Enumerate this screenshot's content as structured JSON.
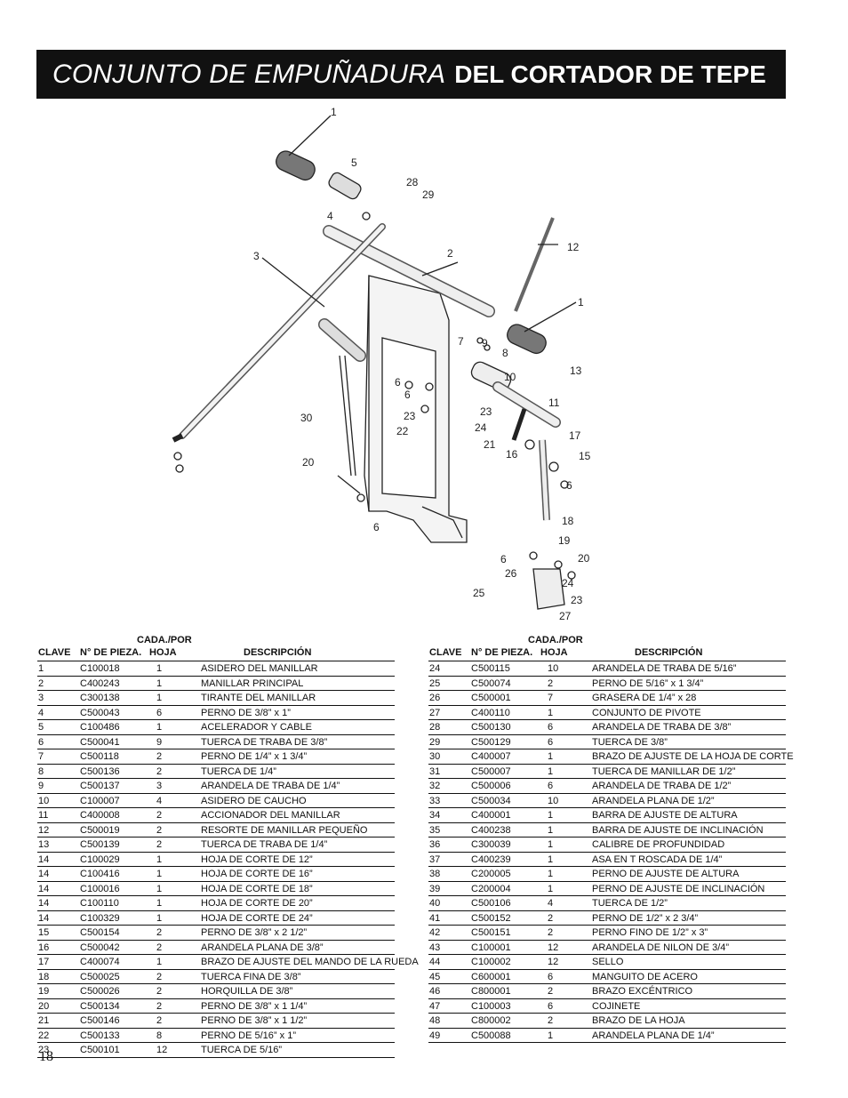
{
  "title": {
    "italic": "CONJUNTO DE EMPUÑADURA",
    "bold": "DEL CORTADOR DE TEPE"
  },
  "page_number": "18",
  "diagram_labels": [
    "1",
    "5",
    "28",
    "29",
    "4",
    "2",
    "3",
    "12",
    "1",
    "7",
    "9",
    "8",
    "13",
    "10",
    "6",
    "6",
    "23",
    "23",
    "24",
    "22",
    "11",
    "30",
    "21",
    "16",
    "17",
    "15",
    "20",
    "6",
    "6",
    "18",
    "19",
    "6",
    "26",
    "20",
    "24",
    "25",
    "23",
    "27"
  ],
  "table_headers": {
    "cada": "CADA./POR",
    "clave": "CLAVE",
    "pieza": "N° DE PIEZA.",
    "hoja": "HOJA",
    "desc": "DESCRIPCIÓN"
  },
  "left_rows": [
    [
      "1",
      "C100018",
      "1",
      "ASIDERO DEL MANILLAR"
    ],
    [
      "2",
      "C400243",
      "1",
      "MANILLAR PRINCIPAL"
    ],
    [
      "3",
      "C300138",
      "1",
      "TIRANTE DEL MANILLAR"
    ],
    [
      "4",
      "C500043",
      "6",
      "PERNO DE 3/8” x 1”"
    ],
    [
      "5",
      "C100486",
      "1",
      "ACELERADOR Y CABLE"
    ],
    [
      "6",
      "C500041",
      "9",
      "TUERCA DE TRABA DE 3/8”"
    ],
    [
      "7",
      "C500118",
      "2",
      "PERNO DE 1/4” x 1 3/4”"
    ],
    [
      "8",
      "C500136",
      "2",
      "TUERCA DE 1/4”"
    ],
    [
      "9",
      "C500137",
      "3",
      "ARANDELA DE TRABA DE 1/4”"
    ],
    [
      "10",
      "C100007",
      "4",
      "ASIDERO DE CAUCHO"
    ],
    [
      "11",
      "C400008",
      "2",
      "ACCIONADOR DEL MANILLAR"
    ],
    [
      "12",
      "C500019",
      "2",
      "RESORTE DE MANILLAR PEQUEÑO"
    ],
    [
      "13",
      "C500139",
      "2",
      "TUERCA DE TRABA DE 1/4”"
    ],
    [
      "14",
      "C100029",
      "1",
      "HOJA DE CORTE DE 12”"
    ],
    [
      "14",
      "C100416",
      "1",
      "HOJA DE CORTE DE 16”"
    ],
    [
      "14",
      "C100016",
      "1",
      "HOJA DE CORTE DE 18”"
    ],
    [
      "14",
      "C100110",
      "1",
      "HOJA DE CORTE DE 20”"
    ],
    [
      "14",
      "C100329",
      "1",
      "HOJA DE CORTE DE 24”"
    ],
    [
      "15",
      "C500154",
      "2",
      "PERNO DE 3/8” x 2 1/2”"
    ],
    [
      "16",
      "C500042",
      "2",
      "ARANDELA PLANA DE 3/8”"
    ],
    [
      "17",
      "C400074",
      "1",
      "BRAZO DE AJUSTE DEL MANDO DE LA RUEDA"
    ],
    [
      "18",
      "C500025",
      "2",
      "TUERCA FINA DE 3/8”"
    ],
    [
      "19",
      "C500026",
      "2",
      "HORQUILLA DE 3/8”"
    ],
    [
      "20",
      "C500134",
      "2",
      "PERNO DE 3/8” x 1 1/4”"
    ],
    [
      "21",
      "C500146",
      "2",
      "PERNO DE 3/8” x 1 1/2”"
    ],
    [
      "22",
      "C500133",
      "8",
      "PERNO DE 5/16” x 1”"
    ],
    [
      "23",
      "C500101",
      "12",
      "TUERCA DE 5/16”"
    ]
  ],
  "right_rows": [
    [
      "24",
      "C500115",
      "10",
      "ARANDELA DE TRABA DE 5/16”"
    ],
    [
      "25",
      "C500074",
      "2",
      "PERNO DE 5/16” x 1 3/4”"
    ],
    [
      "26",
      "C500001",
      "7",
      "GRASERA DE 1/4” x 28"
    ],
    [
      "27",
      "C400110",
      "1",
      "CONJUNTO DE PIVOTE"
    ],
    [
      "28",
      "C500130",
      "6",
      "ARANDELA DE TRABA DE 3/8”"
    ],
    [
      "29",
      "C500129",
      "6",
      "TUERCA DE 3/8”"
    ],
    [
      "30",
      "C400007",
      "1",
      "BRAZO DE AJUSTE DE LA HOJA DE CORTE"
    ],
    [
      "31",
      "C500007",
      "1",
      "TUERCA DE MANILLAR DE 1/2”"
    ],
    [
      "32",
      "C500006",
      "6",
      "ARANDELA DE TRABA DE 1/2”"
    ],
    [
      "33",
      "C500034",
      "10",
      "ARANDELA PLANA DE 1/2”"
    ],
    [
      "34",
      "C400001",
      "1",
      "BARRA DE AJUSTE DE ALTURA"
    ],
    [
      "35",
      "C400238",
      "1",
      "BARRA DE AJUSTE DE INCLINACIÓN"
    ],
    [
      "36",
      "C300039",
      "1",
      "CALIBRE DE PROFUNDIDAD"
    ],
    [
      "37",
      "C400239",
      "1",
      "ASA EN T ROSCADA DE 1/4”"
    ],
    [
      "38",
      "C200005",
      "1",
      "PERNO DE AJUSTE DE ALTURA"
    ],
    [
      "39",
      "C200004",
      "1",
      "PERNO DE AJUSTE DE INCLINACIÓN"
    ],
    [
      "40",
      "C500106",
      "4",
      "TUERCA DE 1/2”"
    ],
    [
      "41",
      "C500152",
      "2",
      "PERNO DE 1/2” x 2 3/4”"
    ],
    [
      "42",
      "C500151",
      "2",
      "PERNO FINO DE 1/2” x 3”"
    ],
    [
      "43",
      "C100001",
      "12",
      "ARANDELA DE NILON DE 3/4”"
    ],
    [
      "44",
      "C100002",
      "12",
      "SELLO"
    ],
    [
      "45",
      "C600001",
      "6",
      "MANGUITO DE ACERO"
    ],
    [
      "46",
      "C800001",
      "2",
      "BRAZO EXCÉNTRICO"
    ],
    [
      "47",
      "C100003",
      "6",
      "COJINETE"
    ],
    [
      "48",
      "C800002",
      "2",
      "BRAZO DE LA HOJA"
    ],
    [
      "49",
      "C500088",
      "1",
      "ARANDELA PLANA DE 1/4”"
    ]
  ]
}
